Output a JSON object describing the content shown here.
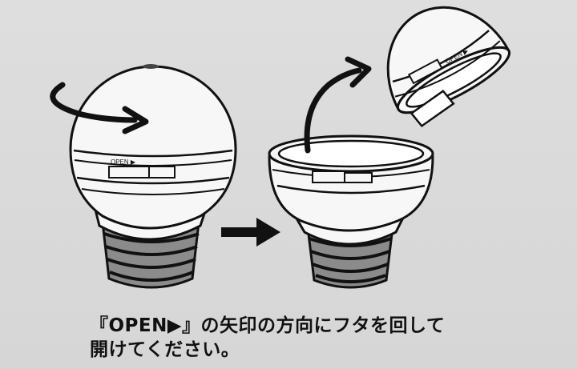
{
  "illustration": {
    "closed_bulb_label": "OPEN ▶",
    "open_lid_label": "OPEN ▶"
  },
  "caption": {
    "line1": "『OPEN▶』の矢印の方向にフタを回して",
    "line2": "開けてください。"
  },
  "colors": {
    "background": "#d9d9d9",
    "line": "#111111",
    "bulb_fill": "#f7f7f7",
    "base_fill": "#8b8b8b"
  }
}
